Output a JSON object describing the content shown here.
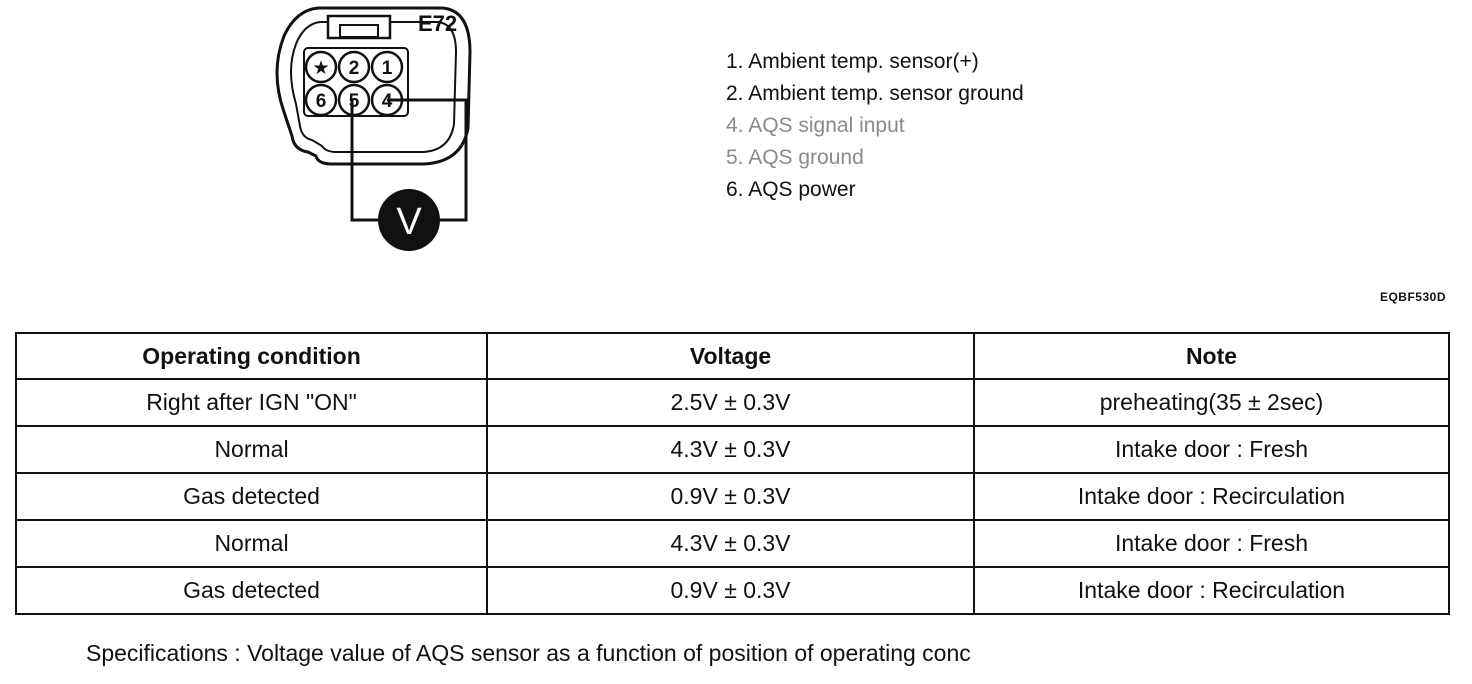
{
  "diagram": {
    "connector_label": "E72",
    "pins_top": [
      "★",
      "2",
      "1"
    ],
    "pins_bottom": [
      "6",
      "5",
      "4"
    ],
    "meter_symbol": "V",
    "figure_code": "EQBF530D"
  },
  "legend": [
    {
      "text": "1. Ambient temp. sensor(+)",
      "faded": false
    },
    {
      "text": "2. Ambient temp. sensor ground",
      "faded": false
    },
    {
      "text": "4. AQS signal input",
      "faded": true
    },
    {
      "text": "5. AQS ground",
      "faded": true
    },
    {
      "text": "6. AQS power",
      "faded": false
    }
  ],
  "table": {
    "headers": [
      "Operating condition",
      "Voltage",
      "Note"
    ],
    "rows": [
      [
        "Right after IGN \"ON\"",
        "2.5V ± 0.3V",
        "preheating(35 ± 2sec)"
      ],
      [
        "Normal",
        "4.3V ± 0.3V",
        "Intake door : Fresh"
      ],
      [
        "Gas detected",
        "0.9V ± 0.3V",
        "Intake door : Recirculation"
      ],
      [
        "Normal",
        "4.3V ± 0.3V",
        "Intake door : Fresh"
      ],
      [
        "Gas detected",
        "0.9V ± 0.3V",
        "Intake door : Recirculation"
      ]
    ]
  },
  "caption": "Specifications : Voltage value of AQS sensor as a function of position of operating conc"
}
